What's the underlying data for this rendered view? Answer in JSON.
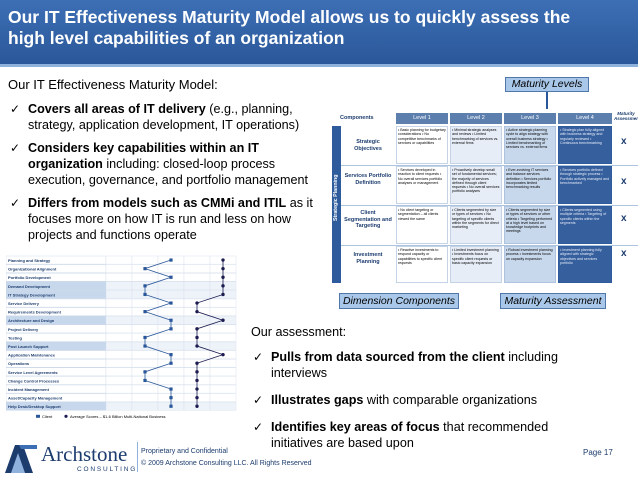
{
  "header": {
    "title": "Our IT Effectiveness Maturity Model allows us to quickly assess the high level capabilities of an organization"
  },
  "intro": "Our IT Effectiveness Maturity Model:",
  "bullets": [
    {
      "bold": "Covers all areas of IT delivery",
      "rest": " (e.g., planning, strategy, application development, IT operations)"
    },
    {
      "bold": "Considers key capabilities within an IT organization",
      "rest": " including: closed-loop process execution, governance, and portfolio management"
    },
    {
      "bold": "Differs from models such as CMMi and ITIL",
      "rest": " as it focuses more on how IT is run and less on how projects and functions operate"
    }
  ],
  "callouts": {
    "maturity_levels": "Maturity Levels",
    "dimension_components": "Dimension Components",
    "maturity_assessment": "Maturity Assessment"
  },
  "matrix": {
    "components_label": "Components",
    "levels": [
      "Level 1",
      "Level 2",
      "Level 3",
      "Level 4"
    ],
    "assessment_label": "Maturity Assessment",
    "band_label": "Strategic Planning",
    "rows": [
      {
        "label": "Strategic Objectives",
        "x": "x",
        "cells": [
          "• Basic planning for budgetary considerations • No competitive benchmarks of services or capabilities",
          "• Minimal strategic analyses and reviews • Limited benchmarking of services vs. external firms",
          "• Active strategic planning cycle to align strategy with overall business strategy • Limited benchmarking of services vs. external firms",
          "• Strategic plan fully aligned with business strategy and regularly reviewed • Continuous benchmarking"
        ]
      },
      {
        "label": "Services Portfolio Definition",
        "x": "x",
        "cells": [
          "• Services developed in reaction to client requests • No overall services portfolio analyses or management",
          "• Proactively develop small set of fundamental services; the majority of services defined through client requests • No overall services portfolio analyses",
          "• Ever-evolving IT services and balance services definition • Services portfolio incorporates limited benchmarking results",
          "• Services portfolio defined through strategic process • Portfolio actively managed and benchmarked"
        ]
      },
      {
        "label": "Client Segmentation and Targeting",
        "x": "x",
        "cells": [
          "• No client targeting or segmentation – all clients viewed the same",
          "• Clients segmented by size or types of services • No targeting of specific clients within the segments for direct marketing",
          "• Clients segmented by size or types of services or other criteria • Targeting performed at a high level based on knowledge footprints and meetings",
          "• Clients segmented using multiple criteria • Targeting of specific clients within the segments"
        ]
      },
      {
        "label": "Investment Planning",
        "x": "x",
        "cells": [
          "• Reactive investments to respond capacity or capabilities to specific client requests",
          "• Limited investment planning • Investments focus on specific client requests or basic capacity expansion",
          "• Robust investment planning process • Investments focus on capacity expansion",
          "• Investment planning fully aligned with strategic objectives and services portfolio"
        ]
      }
    ]
  },
  "minichart": {
    "categories": [
      "Planning and Strategy",
      "Organizational Alignment",
      "Portfolio Development",
      "Demand Development",
      "IT Strategy Development",
      "Service Delivery",
      "Requirements Development",
      "Architecture and Design",
      "Project Delivery",
      "Testing",
      "Post Launch Support",
      "Application Maintenance",
      "Operations",
      "Service Level Agreements",
      "Change Control Processes",
      "Incident Management",
      "Asset/Capacity Management",
      "Help Desk/Desktop Support"
    ],
    "highlighted": [
      3,
      4,
      7,
      10,
      17
    ],
    "client": [
      2.5,
      1.5,
      2.5,
      1.5,
      1.5,
      2.5,
      1.5,
      2.5,
      2.5,
      1.5,
      1.5,
      2.5,
      2.5,
      1.5,
      1.5,
      2.5,
      2.5,
      2.5
    ],
    "average": [
      4.5,
      4.5,
      4.5,
      4.5,
      4.5,
      3.5,
      3.5,
      4.5,
      3.5,
      3.5,
      3.5,
      4.5,
      3.5,
      3.5,
      3.5,
      3.5,
      3.5,
      3.5
    ],
    "legend_client": "Client",
    "legend_average": "Average Scores – $1-6 Billion Multi-National Business",
    "color_client": "#2a5799",
    "color_average": "#1c1c50"
  },
  "assessment": {
    "title": "Our assessment:",
    "bullets": [
      {
        "bold": "Pulls from data sourced from the client",
        "rest": " including interviews"
      },
      {
        "bold": "Illustrates gaps",
        "rest": " with comparable organizations"
      },
      {
        "bold": "Identifies key areas of focus",
        "rest": " that recommended initiatives are based upon"
      }
    ]
  },
  "footer": {
    "logo_word": "Archstone",
    "logo_sub": "CONSULTING",
    "line1": "Proprietary and Confidential",
    "line2": "© 2009 Archstone Consulting LLC. All Rights Reserved",
    "page": "Page 17"
  },
  "colors": {
    "header": "#2a5799",
    "callout": "#a9c7e8",
    "dark": "#1c3c6e"
  }
}
